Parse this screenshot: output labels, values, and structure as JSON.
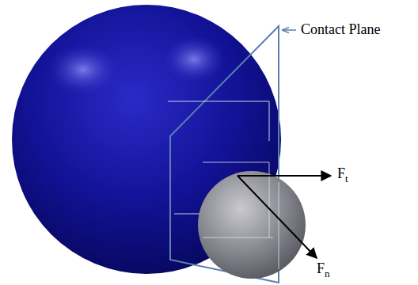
{
  "diagram": {
    "labels": [
      "Contact Plane",
      "Ft",
      "Fn"
    ]
  }
}
